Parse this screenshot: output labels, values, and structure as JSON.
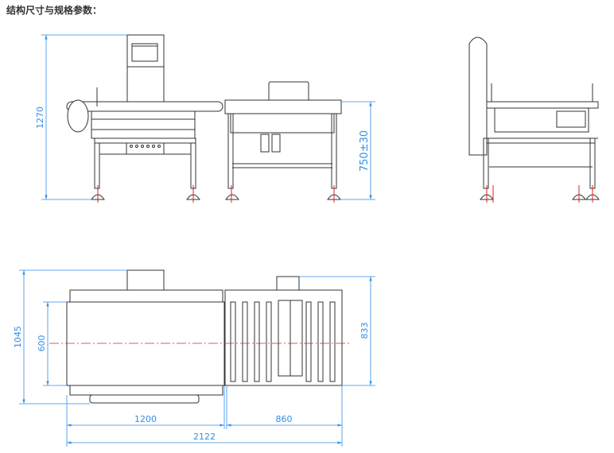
{
  "title": "结构尺寸与规格参数：",
  "dimensions": {
    "overall_height": "1270",
    "conveyor_height": "750±30",
    "overall_width": "1045",
    "belt_width": "600",
    "roller_width": "833",
    "weigher_length": "1200",
    "rejector_length": "860",
    "overall_length": "2122"
  },
  "colors": {
    "dimension": "#2f8fe8",
    "centerline": "#e02020",
    "outline": "#333333"
  }
}
